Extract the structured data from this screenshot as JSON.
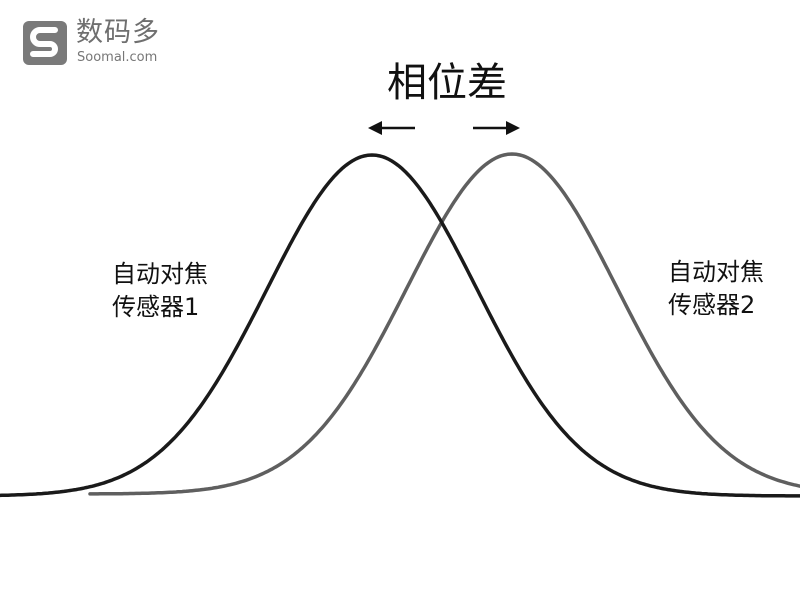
{
  "logo": {
    "name_cn": "数码多",
    "name_en": "Soomal.com",
    "icon": "soomal-s-logo-icon"
  },
  "title": "相位差",
  "labels": {
    "sensor1_line1": "自动对焦",
    "sensor1_line2": "传感器1",
    "sensor2_line1": "自动对焦",
    "sensor2_line2": "传感器2"
  },
  "colors": {
    "curve_sensor1": "#1a1a1a",
    "curve_sensor2": "#5f5f5f",
    "logo_gray": "#7a7a7a"
  },
  "icons": {
    "arrow_left": "arrow-left-icon",
    "arrow_right": "arrow-right-icon"
  }
}
